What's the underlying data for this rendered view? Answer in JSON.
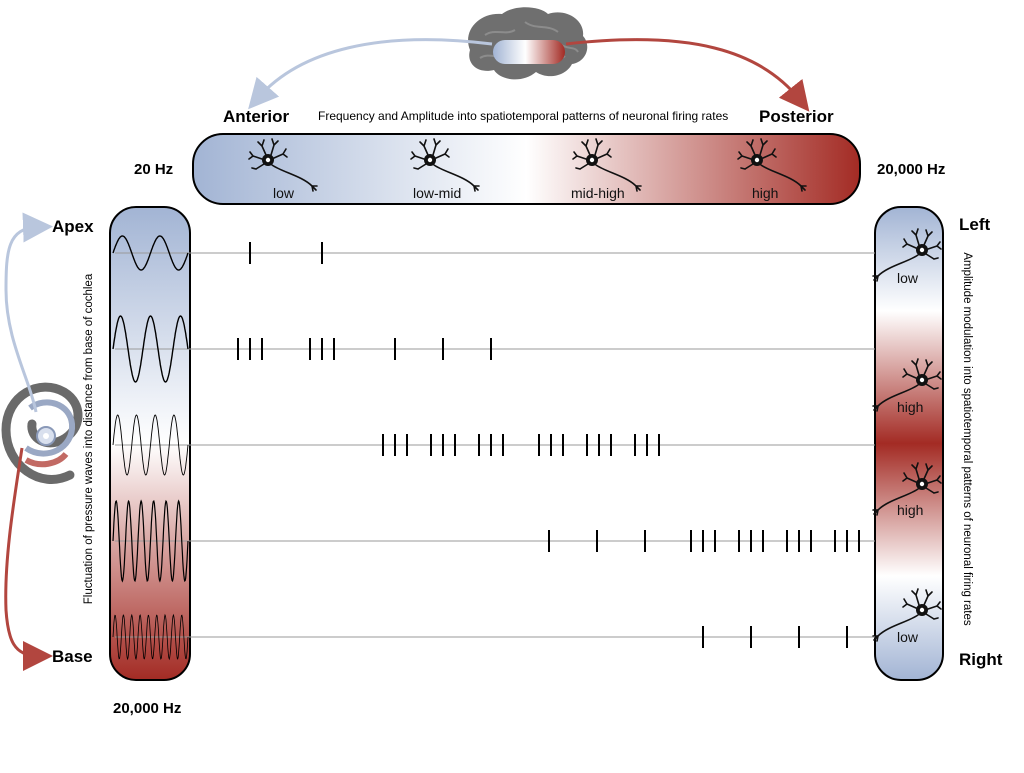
{
  "top": {
    "anterior": "Anterior",
    "posterior": "Posterior",
    "caption": "Frequency and Amplitude into spatiotemporal patterns of neuronal firing rates",
    "low_freq": "20 Hz",
    "high_freq": "20,000 Hz",
    "neurons": [
      "low",
      "low-mid",
      "mid-high",
      "high"
    ]
  },
  "left": {
    "apex": "Apex",
    "base": "Base",
    "bottom_freq": "20,000 Hz",
    "vertical_caption": "Fluctuation of pressure waves into distance from base of cochlea"
  },
  "right": {
    "left_label": "Left",
    "right_label": "Right",
    "vertical_caption": "Amplitude modulation into spatiotemporal patterns of neuronal firing rates",
    "neurons": [
      "low",
      "high",
      "high",
      "low"
    ]
  },
  "colors": {
    "blue": "#a8b8d6",
    "red": "#a8302a",
    "arrow_blue": "#b9c6dd",
    "arrow_red": "#b2463f"
  },
  "icons": [
    "brain-icon",
    "neuron-icon",
    "cochlea-icon"
  ]
}
